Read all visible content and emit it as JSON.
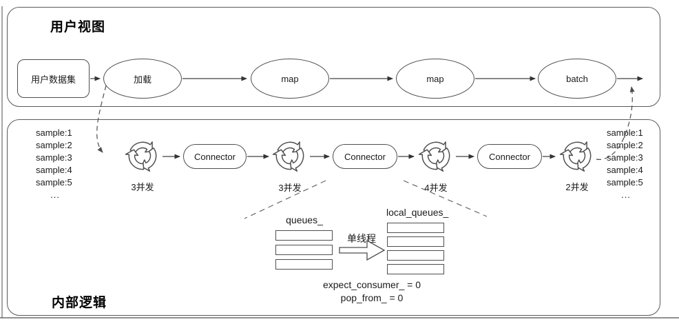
{
  "user_view": {
    "title": "用户视图",
    "dataset_label": "用户数据集",
    "stages": [
      "加载",
      "map",
      "map",
      "batch"
    ]
  },
  "internal": {
    "title": "内部逻辑",
    "samples": [
      "sample:1",
      "sample:2",
      "sample:3",
      "sample:4",
      "sample:5",
      "..."
    ],
    "connector_label": "Connector",
    "concurrency": [
      "3并发",
      "3并发",
      "4并发",
      "2并发"
    ],
    "queues_label": "queues_",
    "local_queues_label": "local_queues_",
    "thread_label": "单线程",
    "expect_consumer_text": "expect_consumer_ = 0",
    "pop_from_text": "pop_from_ = 0"
  },
  "colors": {
    "line": "#4d4d4d",
    "text": "#1a1a1a",
    "background": "#ffffff"
  }
}
